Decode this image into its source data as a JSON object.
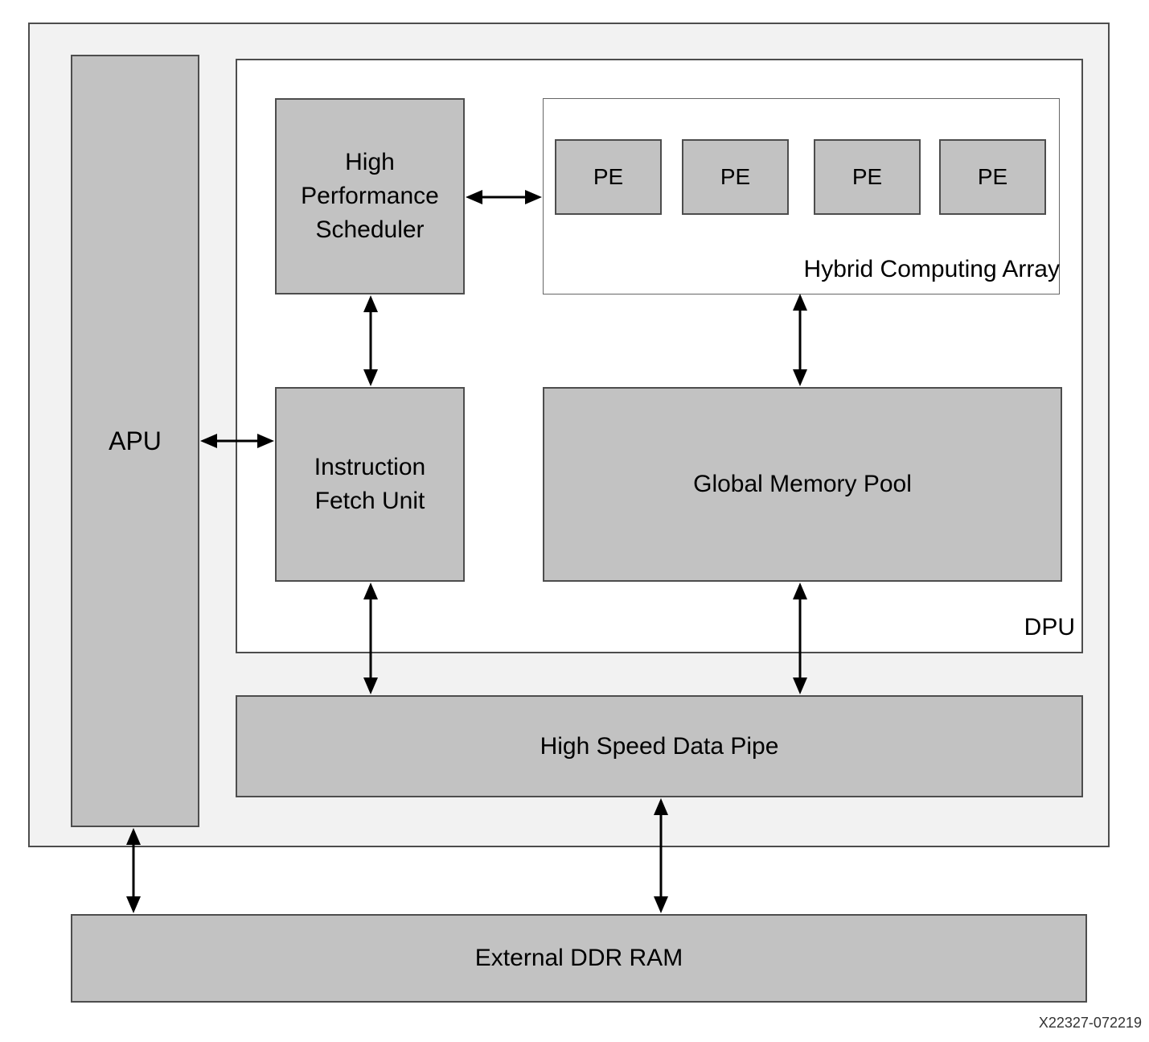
{
  "colors": {
    "chip-bg": "#f2f2f2",
    "block-fill": "#c2c2c2",
    "block-border": "#4d4d4d",
    "inner-border": "#666666",
    "panel-bg": "#ffffff",
    "arrow": "#000000",
    "text": "#000000",
    "watermark-text": "#333333"
  },
  "diagram": {
    "apu": {
      "label": "APU"
    },
    "dpu": {
      "label": "DPU"
    },
    "scheduler": {
      "label": "High Performance Scheduler"
    },
    "hybrid_array": {
      "label": "Hybrid Computing Array",
      "pe_units": [
        {
          "label": "PE"
        },
        {
          "label": "PE"
        },
        {
          "label": "PE"
        },
        {
          "label": "PE"
        }
      ]
    },
    "instruction_fetch": {
      "label": "Instruction Fetch Unit"
    },
    "global_memory": {
      "label": "Global Memory Pool"
    },
    "data_pipe": {
      "label": "High Speed Data Pipe"
    },
    "external_ram": {
      "label": "External DDR RAM"
    },
    "watermark": "X22327-072219",
    "connections": [
      {
        "from": "High Performance Scheduler",
        "to": "Hybrid Computing Array",
        "type": "bidirectional"
      },
      {
        "from": "High Performance Scheduler",
        "to": "Instruction Fetch Unit",
        "type": "bidirectional"
      },
      {
        "from": "APU",
        "to": "Instruction Fetch Unit",
        "type": "bidirectional"
      },
      {
        "from": "Hybrid Computing Array",
        "to": "Global Memory Pool",
        "type": "bidirectional"
      },
      {
        "from": "Instruction Fetch Unit",
        "to": "High Speed Data Pipe",
        "type": "bidirectional"
      },
      {
        "from": "Global Memory Pool",
        "to": "High Speed Data Pipe",
        "type": "bidirectional"
      },
      {
        "from": "High Speed Data Pipe",
        "to": "External DDR RAM",
        "type": "bidirectional"
      },
      {
        "from": "APU",
        "to": "External DDR RAM",
        "type": "bidirectional"
      }
    ]
  }
}
